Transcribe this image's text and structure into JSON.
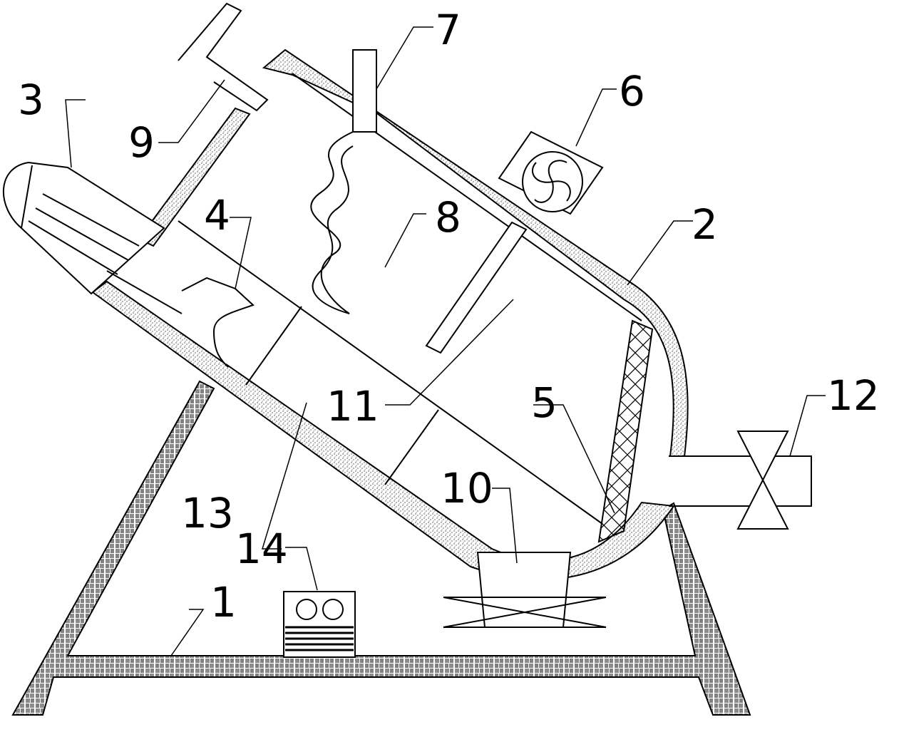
{
  "figure": {
    "labels": {
      "base": "1",
      "tank": "2",
      "motor": "3",
      "stirrer": "4",
      "filter_screen": "5",
      "fan": "6",
      "inlet_pipe": "7",
      "heating_coil": "8",
      "feed_pipe": "9",
      "outlet": "10",
      "rod": "11",
      "valve_pipe": "12",
      "partition": "13",
      "control_box": "14"
    },
    "colors": {
      "line": "#000000",
      "fill": "#ffffff",
      "insulation_speckle": "#000000"
    }
  }
}
